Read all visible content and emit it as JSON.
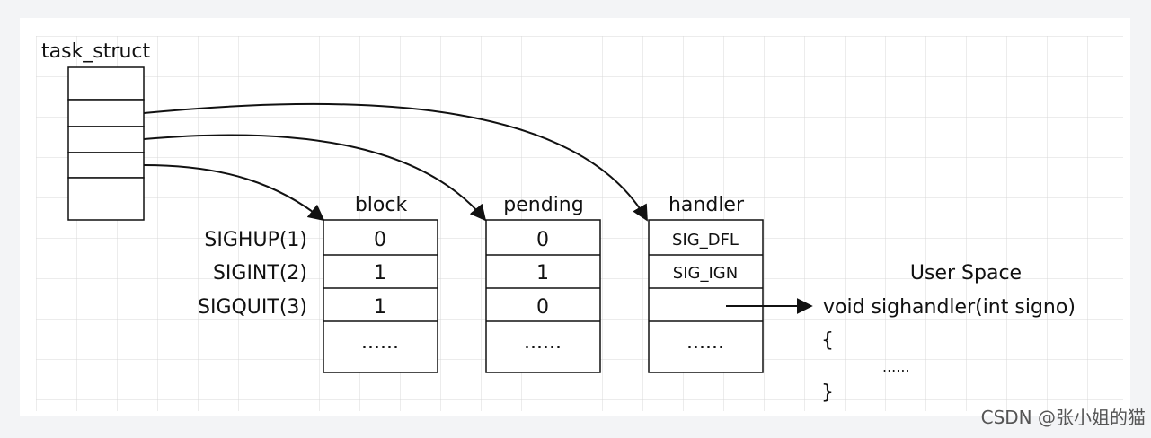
{
  "task_struct": {
    "label": "task_struct"
  },
  "tables": {
    "block": {
      "title": "block",
      "values": [
        "0",
        "1",
        "1",
        "......"
      ]
    },
    "pending": {
      "title": "pending",
      "values": [
        "0",
        "1",
        "0",
        "......"
      ]
    },
    "handler": {
      "title": "handler",
      "values": [
        "SIG_DFL",
        "SIG_IGN",
        "",
        "......"
      ]
    }
  },
  "signals": [
    "SIGHUP(1)",
    "SIGINT(2)",
    "SIGQUIT(3)"
  ],
  "user_space": {
    "title": "User Space",
    "code_lines": [
      "void sighandler(int signo)",
      "{",
      "......",
      "}"
    ]
  },
  "watermark": "CSDN @张小姐的猫"
}
